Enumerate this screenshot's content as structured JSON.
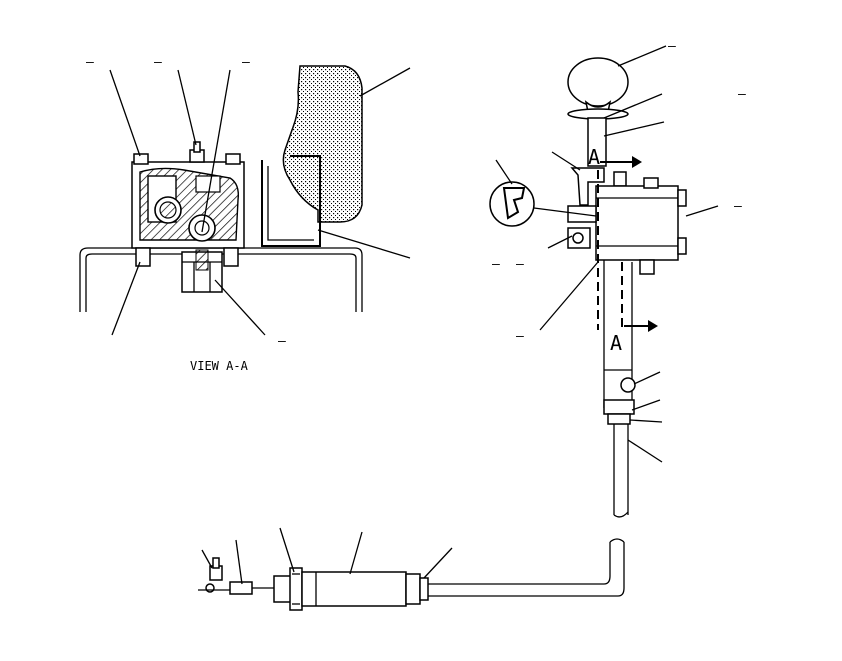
{
  "view_label": "VIEW A-A",
  "section_marks": [
    "A",
    "A"
  ],
  "callout_dash": "–",
  "colors": {
    "ink": "#000000",
    "paper": "#ffffff"
  }
}
